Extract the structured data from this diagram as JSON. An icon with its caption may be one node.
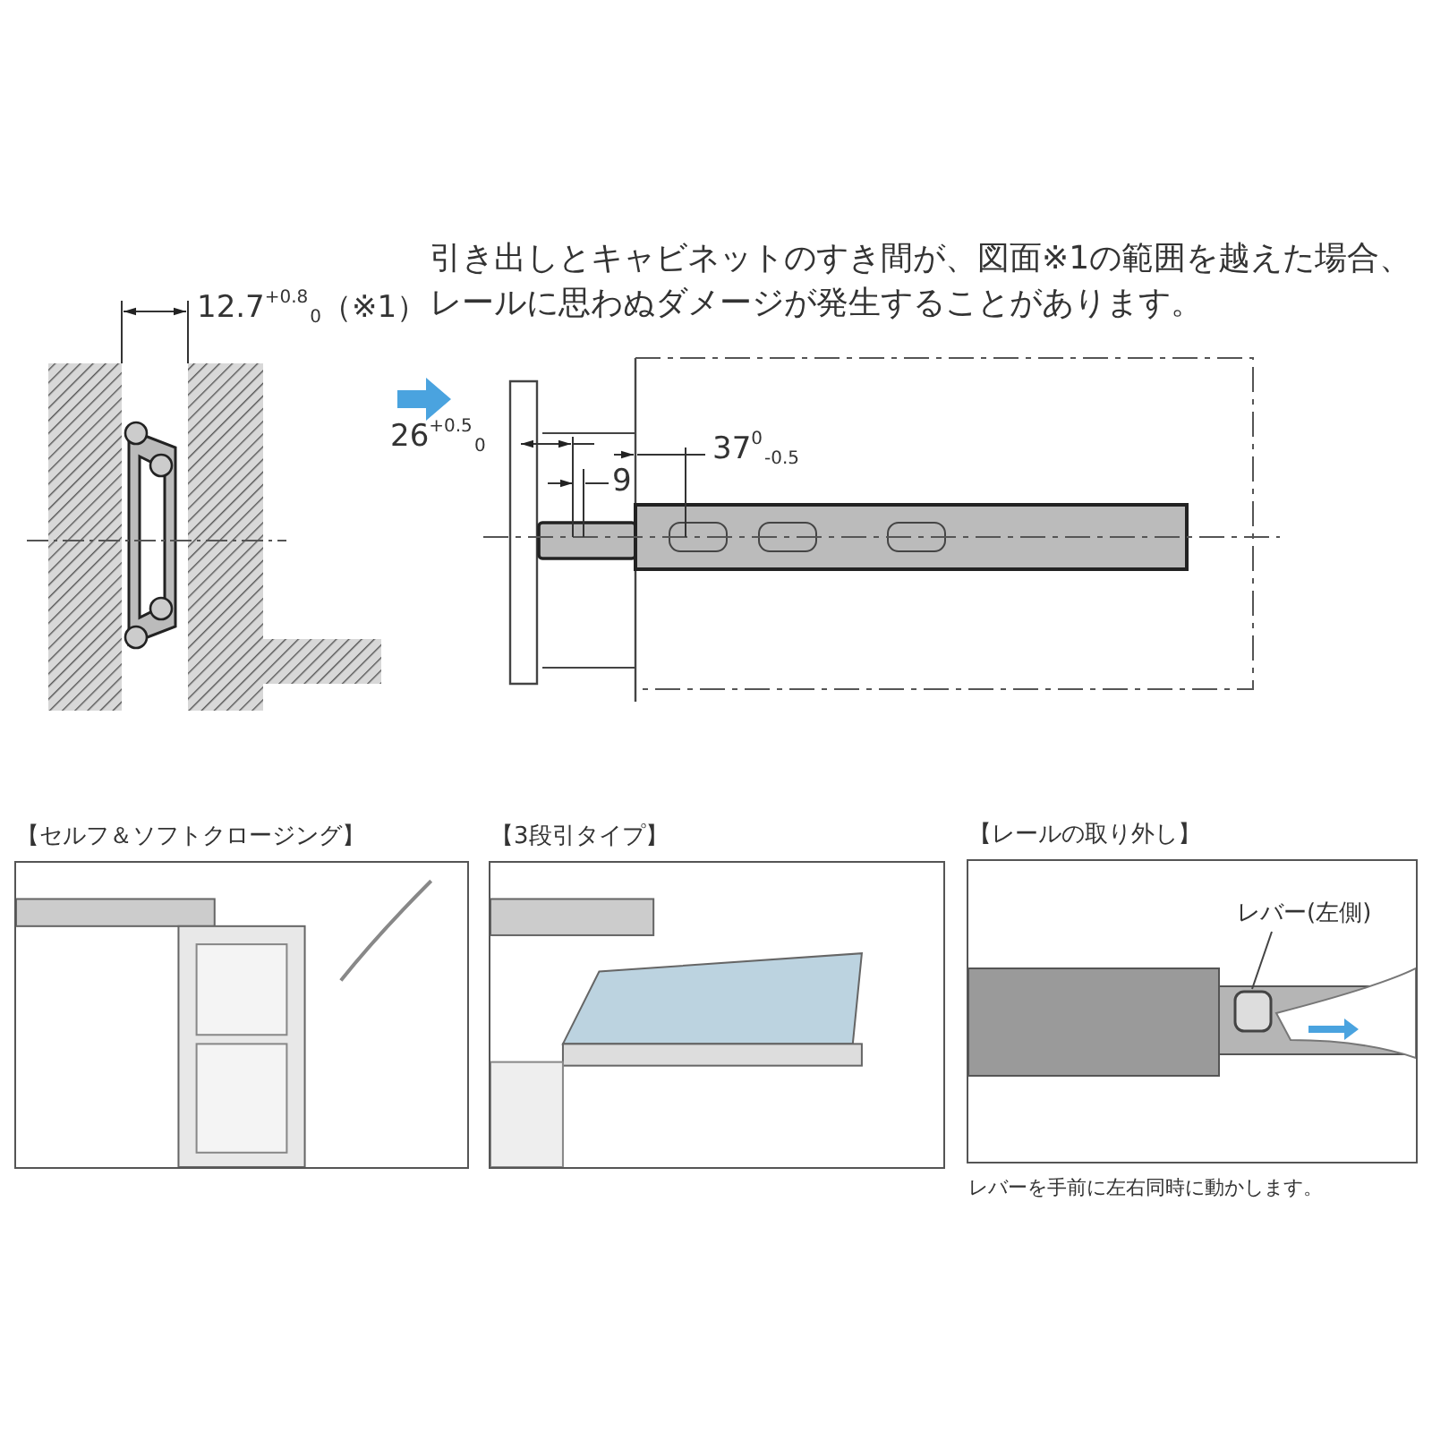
{
  "diagram": {
    "nodes": [
      {
        "text": [
          "【セルフ＆ソフトクロージング】"
        ]
      },
      {
        "text": [
          "【3段引タイプ】"
        ]
      },
      {
        "text": [
          "【レールの取り外し】"
        ],
        "beside": [
          "レバーを手前に左右同時に動かします。"
        ]
      },
      {
        "text": [
          "レバー(左側)"
        ],
        "in": 2
      },
      {
        "text": [],
        "shape": "box",
        "in": 2
      }
    ],
    "edges": [
      {
        "from": 3,
        "to": 4,
        "arrow": "none"
      }
    ],
    "labels": [
      "引き出しとキャビネットのすき間が、図面※1の範囲を越えた場合、レールに思わぬダメージが発生することがあります。",
      "12.7$^{+0.8}$$_{0}$（※1）",
      "26$^{+0.5}$$_{0}$",
      "9",
      "37$^{0}$$_{-0.5}$"
    ]
  }
}
